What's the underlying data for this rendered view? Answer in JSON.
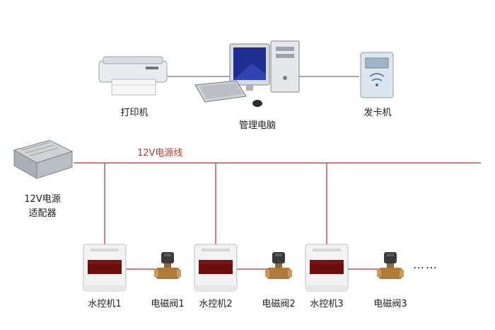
{
  "colors": {
    "power_line": "#c8504f",
    "data_line": "#666666",
    "display_red": "#6b0d0d",
    "valve_brass": "#b07a3a"
  },
  "top_devices": {
    "printer_label": "打印机",
    "computer_label": "管理电脑",
    "card_issuer_label": "发卡机"
  },
  "power_line_label": "12V电源线",
  "adapter_label_line1": "12V电源",
  "adapter_label_line2": "适配器",
  "units": [
    {
      "controller_label": "水控机1",
      "valve_label": "电磁阀1"
    },
    {
      "controller_label": "水控机2",
      "valve_label": "电磁阀2"
    },
    {
      "controller_label": "水控机3",
      "valve_label": "电磁阀3"
    }
  ],
  "continuation": "……"
}
